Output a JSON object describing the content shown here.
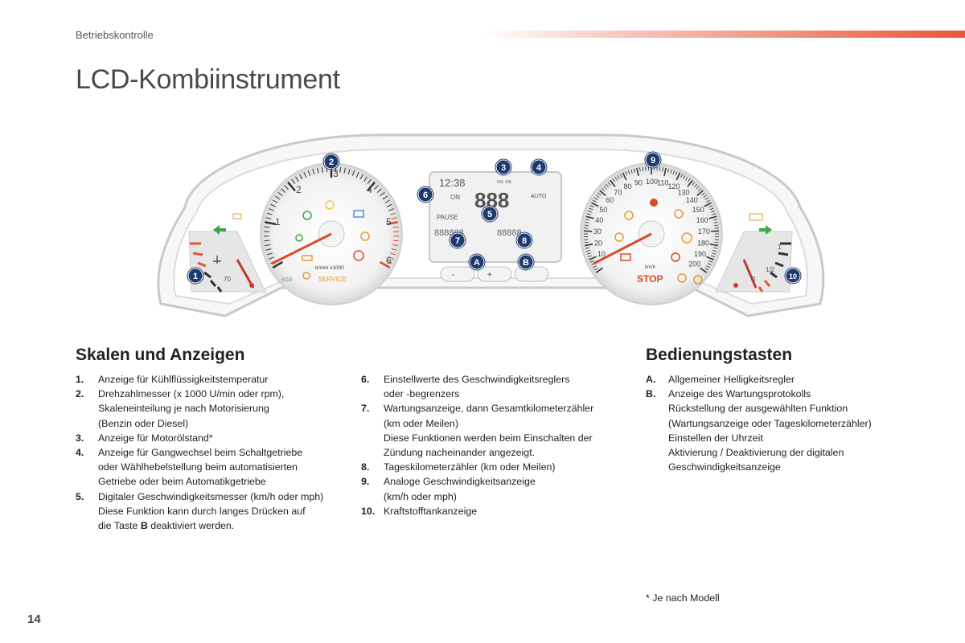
{
  "header": {
    "section": "Betriebskontrolle",
    "accent_color": "#e8583a"
  },
  "title": "LCD-Kombiinstrument",
  "cluster": {
    "callouts": [
      "1",
      "2",
      "3",
      "4",
      "5",
      "6",
      "7",
      "8",
      "9",
      "10",
      "A",
      "B"
    ],
    "callout_color": "#1f3a6e",
    "tach_numbers": [
      "1",
      "2",
      "3",
      "4",
      "5",
      "6"
    ],
    "tach_unit": "tr/min x1000",
    "tach_eco": "ECO",
    "tach_service": "SERVICE",
    "speed_numbers": [
      "10",
      "20",
      "30",
      "40",
      "50",
      "60",
      "70",
      "80",
      "90",
      "100",
      "110",
      "120",
      "130",
      "140",
      "150",
      "160",
      "170",
      "180",
      "190",
      "200"
    ],
    "speed_unit": "km/h",
    "speed_stop": "STOP",
    "temp_label": "70",
    "fuel_labels": [
      "1",
      "1/2",
      "0"
    ],
    "lcd": {
      "clock": "12:38",
      "oil": "OIL OK",
      "gear_mode": "AUTO",
      "cruise": "ON",
      "pause": "PAUSE",
      "speed": "888",
      "odo": "888888",
      "trip": "88888"
    },
    "buttons": {
      "a_left": "-",
      "a_right": "+",
      "b": ""
    }
  },
  "left": {
    "heading": "Skalen und Anzeigen",
    "items": [
      {
        "num": "1.",
        "lines": [
          "Anzeige für Kühlflüssigkeitstemperatur"
        ]
      },
      {
        "num": "2.",
        "lines": [
          "Drehzahlmesser (x 1000 U/min oder rpm),",
          "Skaleneinteilung je nach Motorisierung",
          "(Benzin oder Diesel)"
        ]
      },
      {
        "num": "3.",
        "lines": [
          "Anzeige für Motorölstand*"
        ]
      },
      {
        "num": "4.",
        "lines": [
          "Anzeige für Gangwechsel beim Schaltgetriebe",
          "oder Wählhebelstellung beim automatisierten",
          "Getriebe oder beim Automatikgetriebe"
        ]
      },
      {
        "num": "5.",
        "lines": [
          "Digitaler Geschwindigkeitsmesser (km/h oder mph)",
          "Diese Funktion kann durch langes Drücken auf"
        ],
        "last_pre": "die Taste ",
        "last_bold": "B",
        "last_post": " deaktiviert werden."
      }
    ]
  },
  "middle": {
    "items": [
      {
        "num": "6.",
        "lines": [
          "Einstellwerte des Geschwindigkeitsreglers",
          "oder -begrenzers"
        ]
      },
      {
        "num": "7.",
        "lines": [
          "Wartungsanzeige, dann Gesamtkilometerzähler",
          "(km oder Meilen)",
          "Diese Funktionen werden beim Einschalten der",
          "Zündung nacheinander angezeigt."
        ]
      },
      {
        "num": "8.",
        "lines": [
          "Tageskilometerzähler (km oder Meilen)"
        ]
      },
      {
        "num": "9.",
        "lines": [
          "Analoge Geschwindigkeitsanzeige",
          "(km/h oder mph)"
        ]
      },
      {
        "num": "10.",
        "lines": [
          "Kraftstofftankanzeige"
        ]
      }
    ]
  },
  "right": {
    "heading": "Bedienungstasten",
    "items": [
      {
        "num": "A.",
        "lines": [
          "Allgemeiner Helligkeitsregler"
        ]
      },
      {
        "num": "B.",
        "lines": [
          "Anzeige des Wartungsprotokolls",
          "Rückstellung der ausgewählten Funktion",
          "(Wartungsanzeige oder Tageskilometerzähler)",
          "Einstellen der Uhrzeit",
          "Aktivierung / Deaktivierung der digitalen",
          "Geschwindigkeitsanzeige"
        ]
      }
    ]
  },
  "footnote": "* Je nach Modell",
  "page_number": "14"
}
